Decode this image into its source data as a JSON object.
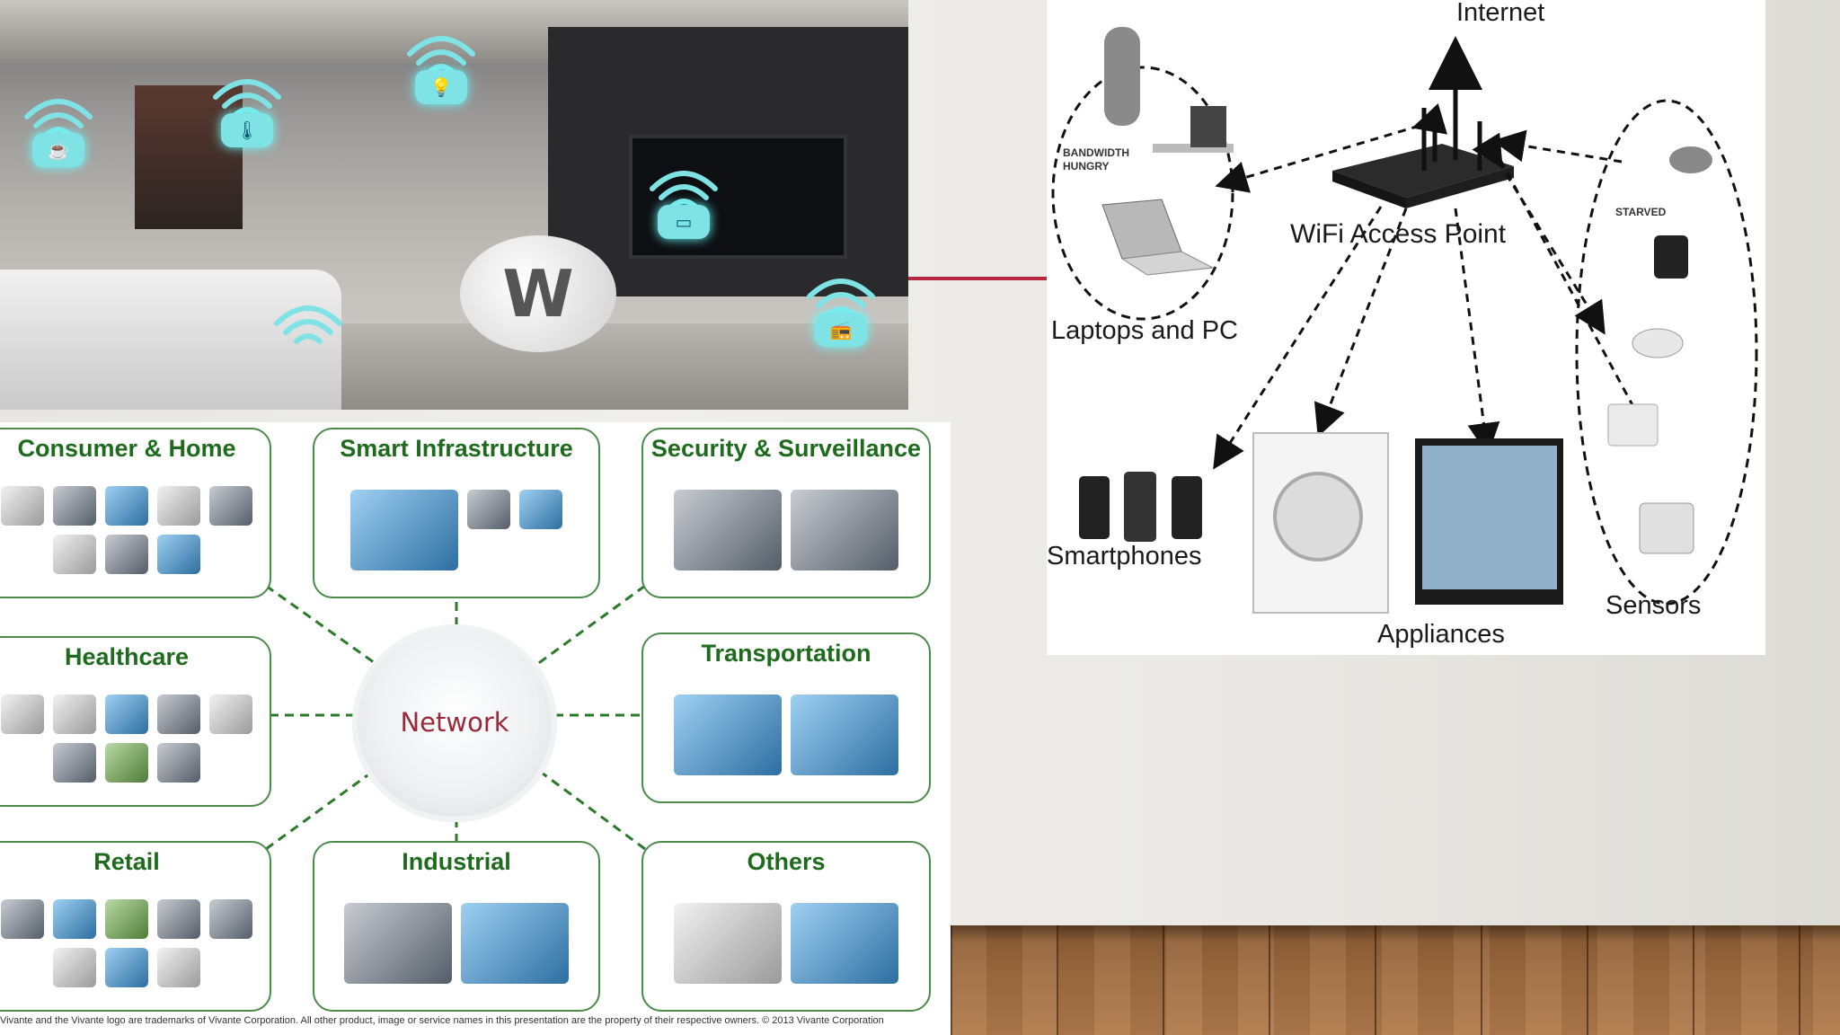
{
  "iot_panel": {
    "categories": [
      {
        "title": "Consumer & Home"
      },
      {
        "title": "Smart Infrastructure"
      },
      {
        "title": "Security & Surveillance"
      },
      {
        "title": "Healthcare"
      },
      {
        "title": "Transportation"
      },
      {
        "title": "Retail"
      },
      {
        "title": "Industrial"
      },
      {
        "title": "Others"
      }
    ],
    "center_label": "Network",
    "footnote": "Vivante and  the Vivante logo are trademarks of Vivante Corporation. All other product, image or service names in this presentation are the property of their respective owners. © 2013 Vivante Corporation"
  },
  "smart_home": {
    "logo_letter": "W"
  },
  "wifi_diagram": {
    "internet": "Internet",
    "access_point": "WiFi Access Point",
    "laptops": "Laptops and PC",
    "bandwidth_hungry": "BANDWIDTH\nHUNGRY",
    "starved": "STARVED",
    "smartphones": "Smartphones",
    "appliances": "Appliances",
    "sensors": "Sensors"
  },
  "colors": {
    "green_title": "#1e6b1e",
    "network_red": "#9a2a3a",
    "accent_red_line": "#b5283f",
    "wifi_cyan": "#7fe3e6"
  }
}
